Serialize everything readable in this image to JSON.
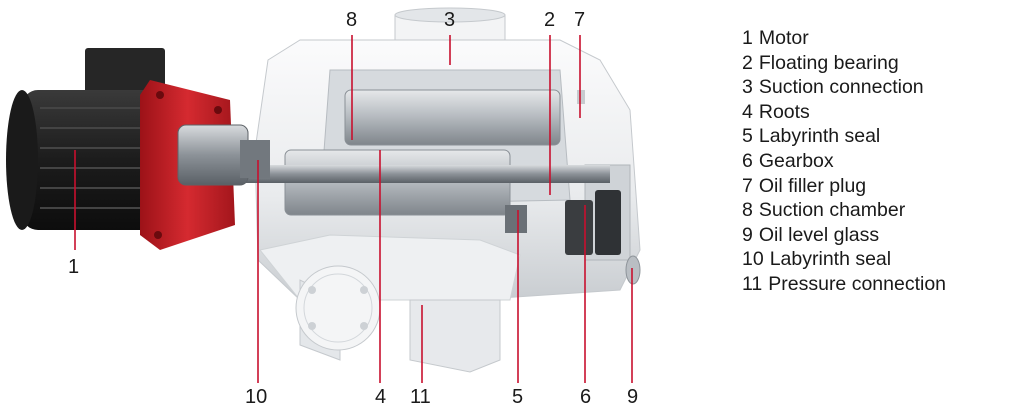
{
  "callouts": [
    {
      "number": "1",
      "color": "#c8102e"
    },
    {
      "number": "2",
      "color": "#c8102e"
    },
    {
      "number": "3",
      "color": "#c8102e"
    },
    {
      "number": "4",
      "color": "#c8102e"
    },
    {
      "number": "5",
      "color": "#c8102e"
    },
    {
      "number": "6",
      "color": "#c8102e"
    },
    {
      "number": "7",
      "color": "#c8102e"
    },
    {
      "number": "8",
      "color": "#c8102e"
    },
    {
      "number": "9",
      "color": "#c8102e"
    },
    {
      "number": "10",
      "color": "#c8102e"
    },
    {
      "number": "11",
      "color": "#c8102e"
    }
  ],
  "legend": [
    {
      "number": "1",
      "label": "Motor"
    },
    {
      "number": "2",
      "label": "Floating bearing"
    },
    {
      "number": "3",
      "label": "Suction connection"
    },
    {
      "number": "4",
      "label": "Roots"
    },
    {
      "number": "5",
      "label": "Labyrinth seal"
    },
    {
      "number": "6",
      "label": "Gearbox"
    },
    {
      "number": "7",
      "label": "Oil filler plug"
    },
    {
      "number": "8",
      "label": "Suction chamber"
    },
    {
      "number": "9",
      "label": "Oil level glass"
    },
    {
      "number": "10",
      "label": "Labyrinth seal"
    },
    {
      "number": "11",
      "label": "Pressure connection"
    }
  ],
  "colors": {
    "leader_line": "#c8102e",
    "housing": "#eceef0",
    "motor": "#2a2a2a",
    "flange": "#c8202a",
    "shaft": "#9aa0a6"
  }
}
